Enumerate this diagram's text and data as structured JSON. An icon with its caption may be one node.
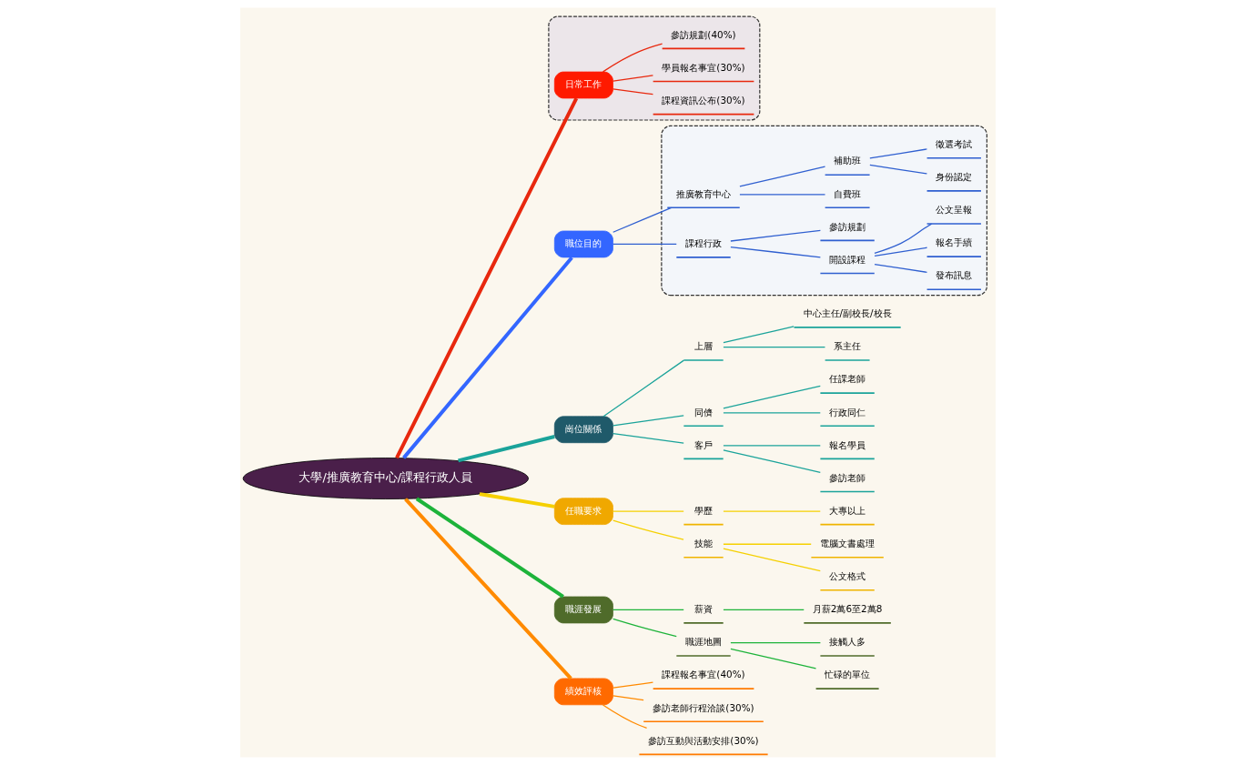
{
  "diagram": {
    "nodes": [
      {
        "text": [
          "大學/推廣教育中心/課程行政人員"
        ]
      },
      {
        "text": [
          "職位目的"
        ]
      },
      {
        "text": [],
        "shape": "box"
      },
      {
        "text": [
          "推廣教育中心"
        ],
        "in": 2
      },
      {
        "text": [
          "自費班"
        ],
        "in": 2
      },
      {
        "text": [
          "補助班"
        ],
        "in": 2
      },
      {
        "text": [
          "身份認定"
        ],
        "in": 2
      },
      {
        "text": [
          "徵選考試"
        ],
        "in": 2
      },
      {
        "text": [
          "課程行政"
        ],
        "in": 2
      },
      {
        "text": [
          "開設課程"
        ],
        "in": 2
      },
      {
        "text": [
          "發布訊息"
        ],
        "in": 2
      },
      {
        "text": [
          "報名手續"
        ],
        "in": 2
      },
      {
        "text": [
          "公文呈報"
        ],
        "in": 2
      },
      {
        "text": [
          "參訪規劃"
        ],
        "in": 2
      },
      {
        "text": [
          "崗位關係"
        ]
      },
      {
        "text": [
          "上層"
        ]
      },
      {
        "text": [
          "中心主任/副校長/校長"
        ]
      },
      {
        "text": [
          "系主任"
        ]
      },
      {
        "text": [
          "同儕"
        ]
      },
      {
        "text": [
          "任課老師"
        ]
      },
      {
        "text": [
          "行政同仁"
        ]
      },
      {
        "text": [
          "客戶"
        ]
      },
      {
        "text": [
          "報名學員"
        ]
      },
      {
        "text": [
          "參訪老師"
        ]
      },
      {
        "text": [
          "任職要求"
        ]
      },
      {
        "text": [
          "學歷"
        ]
      },
      {
        "text": [
          "大專以上"
        ]
      },
      {
        "text": [
          "技能"
        ]
      },
      {
        "text": [
          "電腦文書處理"
        ]
      },
      {
        "text": [
          "公文格式"
        ]
      },
      {
        "text": [
          "職涯發展"
        ]
      },
      {
        "text": [
          "薪資"
        ]
      },
      {
        "text": [
          "月薪2萬6至2萬8"
        ]
      },
      {
        "text": [
          "職涯地圖"
        ]
      },
      {
        "text": [
          "接觸人多"
        ]
      },
      {
        "text": [
          "忙碌的單位"
        ]
      },
      {
        "text": [],
        "shape": "box"
      },
      {
        "text": [
          "日常工作"
        ],
        "in": 36
      },
      {
        "text": [
          "課程資訊公布(30%)"
        ],
        "in": 36
      },
      {
        "text": [
          "學員報名事宜(30%)"
        ],
        "in": 36
      },
      {
        "text": [
          "參訪規劃(40%)"
        ],
        "in": 36
      },
      {
        "text": [
          "績效評核"
        ]
      },
      {
        "text": [
          "課程報名事宜(40%)"
        ]
      },
      {
        "text": [
          "參訪老師行程洽談(30%)"
        ]
      },
      {
        "text": [
          "參訪互動與活動安排(30%)"
        ]
      }
    ],
    "edges": [
      {
        "from": 0,
        "to": 1,
        "arrow": "none",
        "style": "thick",
        "color": "#3366ff"
      },
      {
        "from": 1,
        "to": 3,
        "arrow": "none",
        "color": "#2f5fd0"
      },
      {
        "from": 3,
        "to": 4,
        "arrow": "none",
        "color": "#2f5fd0"
      },
      {
        "from": 3,
        "to": 5,
        "arrow": "none",
        "color": "#2f5fd0"
      },
      {
        "from": 5,
        "to": 6,
        "arrow": "none",
        "color": "#2f5fd0"
      },
      {
        "from": 5,
        "to": 7,
        "arrow": "none",
        "color": "#2f5fd0"
      },
      {
        "from": 1,
        "to": 8,
        "arrow": "none",
        "color": "#2f5fd0"
      },
      {
        "from": 8,
        "to": 9,
        "arrow": "none",
        "color": "#2f5fd0"
      },
      {
        "from": 9,
        "to": 10,
        "arrow": "none",
        "color": "#2f5fd0"
      },
      {
        "from": 9,
        "to": 11,
        "arrow": "none",
        "color": "#2f5fd0"
      },
      {
        "from": 9,
        "to": 12,
        "arrow": "none",
        "color": "#2f5fd0"
      },
      {
        "from": 8,
        "to": 13,
        "arrow": "none",
        "color": "#2f5fd0"
      },
      {
        "from": 0,
        "to": 14,
        "arrow": "none",
        "style": "thick",
        "color": "#1aa39a"
      },
      {
        "from": 14,
        "to": 15,
        "arrow": "none",
        "color": "#1aa39a"
      },
      {
        "from": 15,
        "to": 16,
        "arrow": "none",
        "color": "#1aa39a"
      },
      {
        "from": 15,
        "to": 17,
        "arrow": "none",
        "color": "#1aa39a"
      },
      {
        "from": 14,
        "to": 18,
        "arrow": "none",
        "color": "#1aa39a"
      },
      {
        "from": 18,
        "to": 19,
        "arrow": "none",
        "color": "#1aa39a"
      },
      {
        "from": 18,
        "to": 20,
        "arrow": "none",
        "color": "#1aa39a"
      },
      {
        "from": 14,
        "to": 21,
        "arrow": "none",
        "color": "#1aa39a"
      },
      {
        "from": 21,
        "to": 22,
        "arrow": "none",
        "color": "#1aa39a"
      },
      {
        "from": 21,
        "to": 23,
        "arrow": "none",
        "color": "#1aa39a"
      },
      {
        "from": 0,
        "to": 24,
        "arrow": "none",
        "style": "thick",
        "color": "#f5d000"
      },
      {
        "from": 24,
        "to": 25,
        "arrow": "none",
        "color": "#f5d000"
      },
      {
        "from": 25,
        "to": 26,
        "arrow": "none",
        "color": "#f5d000"
      },
      {
        "from": 24,
        "to": 27,
        "arrow": "none",
        "color": "#f5d000"
      },
      {
        "from": 27,
        "to": 28,
        "arrow": "none",
        "color": "#f5d000"
      },
      {
        "from": 27,
        "to": 29,
        "arrow": "none",
        "color": "#f5d000"
      },
      {
        "from": 0,
        "to": 30,
        "arrow": "none",
        "style": "thick",
        "color": "#1db33a"
      },
      {
        "from": 30,
        "to": 31,
        "arrow": "none",
        "color": "#1db33a"
      },
      {
        "from": 31,
        "to": 32,
        "arrow": "none",
        "color": "#1db33a"
      },
      {
        "from": 30,
        "to": 33,
        "arrow": "none",
        "color": "#1db33a"
      },
      {
        "from": 33,
        "to": 34,
        "arrow": "none",
        "color": "#1db33a"
      },
      {
        "from": 33,
        "to": 35,
        "arrow": "none",
        "color": "#1db33a"
      },
      {
        "from": 0,
        "to": 37,
        "arrow": "none",
        "style": "thick",
        "color": "#e8280e"
      },
      {
        "from": 37,
        "to": 38,
        "arrow": "none",
        "color": "#e8280e"
      },
      {
        "from": 37,
        "to": 39,
        "arrow": "none",
        "color": "#e8280e"
      },
      {
        "from": 37,
        "to": 40,
        "arrow": "none",
        "color": "#e8280e"
      },
      {
        "from": 0,
        "to": 41,
        "arrow": "none",
        "style": "thick",
        "color": "#ff8a00"
      },
      {
        "from": 41,
        "to": 42,
        "arrow": "none",
        "color": "#ff8a00"
      },
      {
        "from": 41,
        "to": 43,
        "arrow": "none",
        "color": "#ff8a00"
      },
      {
        "from": 41,
        "to": 44,
        "arrow": "none",
        "color": "#ff8a00"
      }
    ]
  }
}
